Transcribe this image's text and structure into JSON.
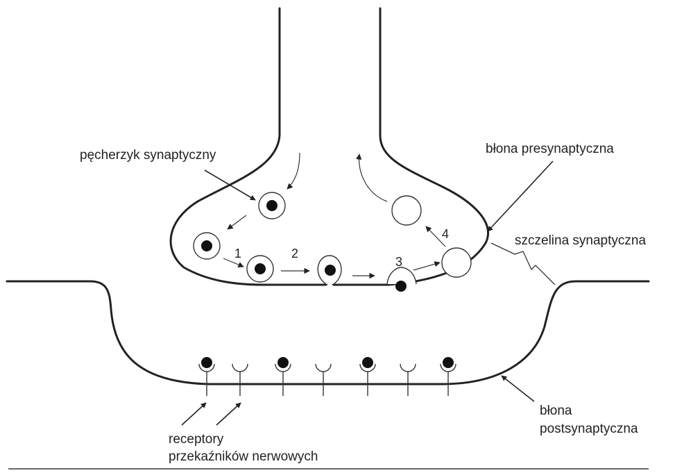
{
  "labels": {
    "vesicle": "pęcherzyk synaptyczny",
    "presynaptic_membrane": "błona presynaptyczna",
    "synaptic_cleft": "szczelina synaptyczna",
    "postsynaptic_line1": "błona",
    "postsynaptic_line2": "postsynaptyczna",
    "receptors_line1": "receptory",
    "receptors_line2": "przekaźników nerwowych"
  },
  "steps": [
    "1",
    "2",
    "3",
    "4"
  ],
  "colors": {
    "line": "#222222",
    "fill": "#111111",
    "background": "#ffffff"
  }
}
